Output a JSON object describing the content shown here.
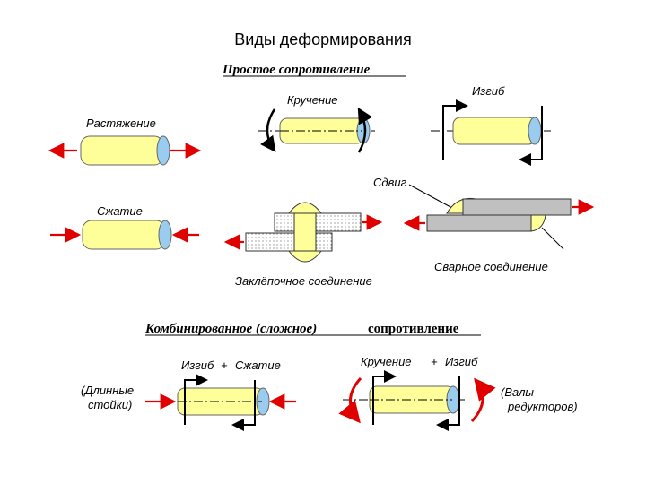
{
  "title": "Виды деформирования",
  "simple": {
    "header": "Простое сопротивление",
    "tension": "Растяжение",
    "compression": "Сжатие",
    "torsion": "Кручение",
    "bending": "Изгиб",
    "rivet": "Заклёпочное соединение",
    "shear": "Сдвиг",
    "weld": "Сварное соединение"
  },
  "combined": {
    "header_part1": "Комбинированное (сложное)",
    "header_part2": "сопротивление",
    "left_bend": "Изгиб",
    "left_plus": "+",
    "left_comp": "Сжатие",
    "left_note_1": "(Длинные",
    "left_note_2": "стойки)",
    "right_torsion": "Кручение",
    "right_plus": "+",
    "right_bend": "Изгиб",
    "right_note_1": "(Валы",
    "right_note_2": "редукторов)"
  },
  "colors": {
    "bar_fill": "#ffff99",
    "end_fill": "#99ccee",
    "arrow": "#e00000",
    "plate_fill": "#c0c0c0"
  }
}
